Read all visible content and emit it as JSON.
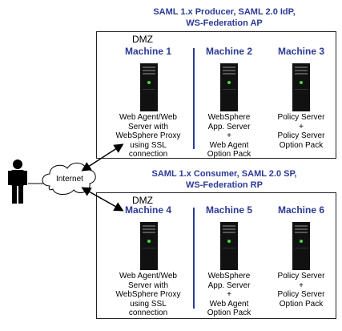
{
  "producer": {
    "title_line1": "SAML 1.x Producer, SAML 2.0 IdP,",
    "title_line2": "WS-Federation AP",
    "zone": "DMZ",
    "machines": [
      {
        "name": "Machine 1",
        "desc": [
          "Web Agent/Web",
          "Server with",
          "WebSphere Proxy",
          "using SSL",
          "connection"
        ]
      },
      {
        "name": "Machine 2",
        "desc": [
          "WebSphere",
          "App. Server",
          "+",
          "Web Agent",
          "Option Pack"
        ]
      },
      {
        "name": "Machine 3",
        "desc": [
          "Policy Server",
          "+",
          "Policy Server",
          "Option Pack"
        ]
      }
    ]
  },
  "consumer": {
    "title_line1": "SAML 1.x Consumer, SAML 2.0 SP,",
    "title_line2": "WS-Federation RP",
    "zone": "DMZ",
    "machines": [
      {
        "name": "Machine 4",
        "desc": [
          "Web Agent/Web",
          "Server with",
          "WebSphere Proxy",
          "using SSL",
          "connection"
        ]
      },
      {
        "name": "Machine 5",
        "desc": [
          "WebSphere",
          "App. Server",
          "+",
          "Web Agent",
          "Option Pack"
        ]
      },
      {
        "name": "Machine 6",
        "desc": [
          "Policy Server",
          "+",
          "Policy Server",
          "Option Pack"
        ]
      }
    ]
  },
  "network": {
    "cloud_label": "Internet"
  },
  "colors": {
    "accent": "#2b3b96",
    "server": "#111111",
    "led": "#44dd44"
  }
}
